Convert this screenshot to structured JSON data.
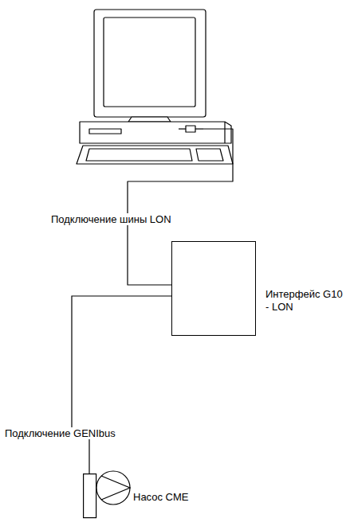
{
  "diagram": {
    "nodes": [
      {
        "text": [
          "Интерфейс G10 - LON"
        ]
      },
      {
        "text": [
          "Насос CME"
        ]
      }
    ],
    "edges": [
      {
        "from": 0,
        "to": 1,
        "arrow": "none",
        "label": "Подключение GENIbus"
      }
    ],
    "labels": [
      "Подключение шины LON"
    ]
  }
}
